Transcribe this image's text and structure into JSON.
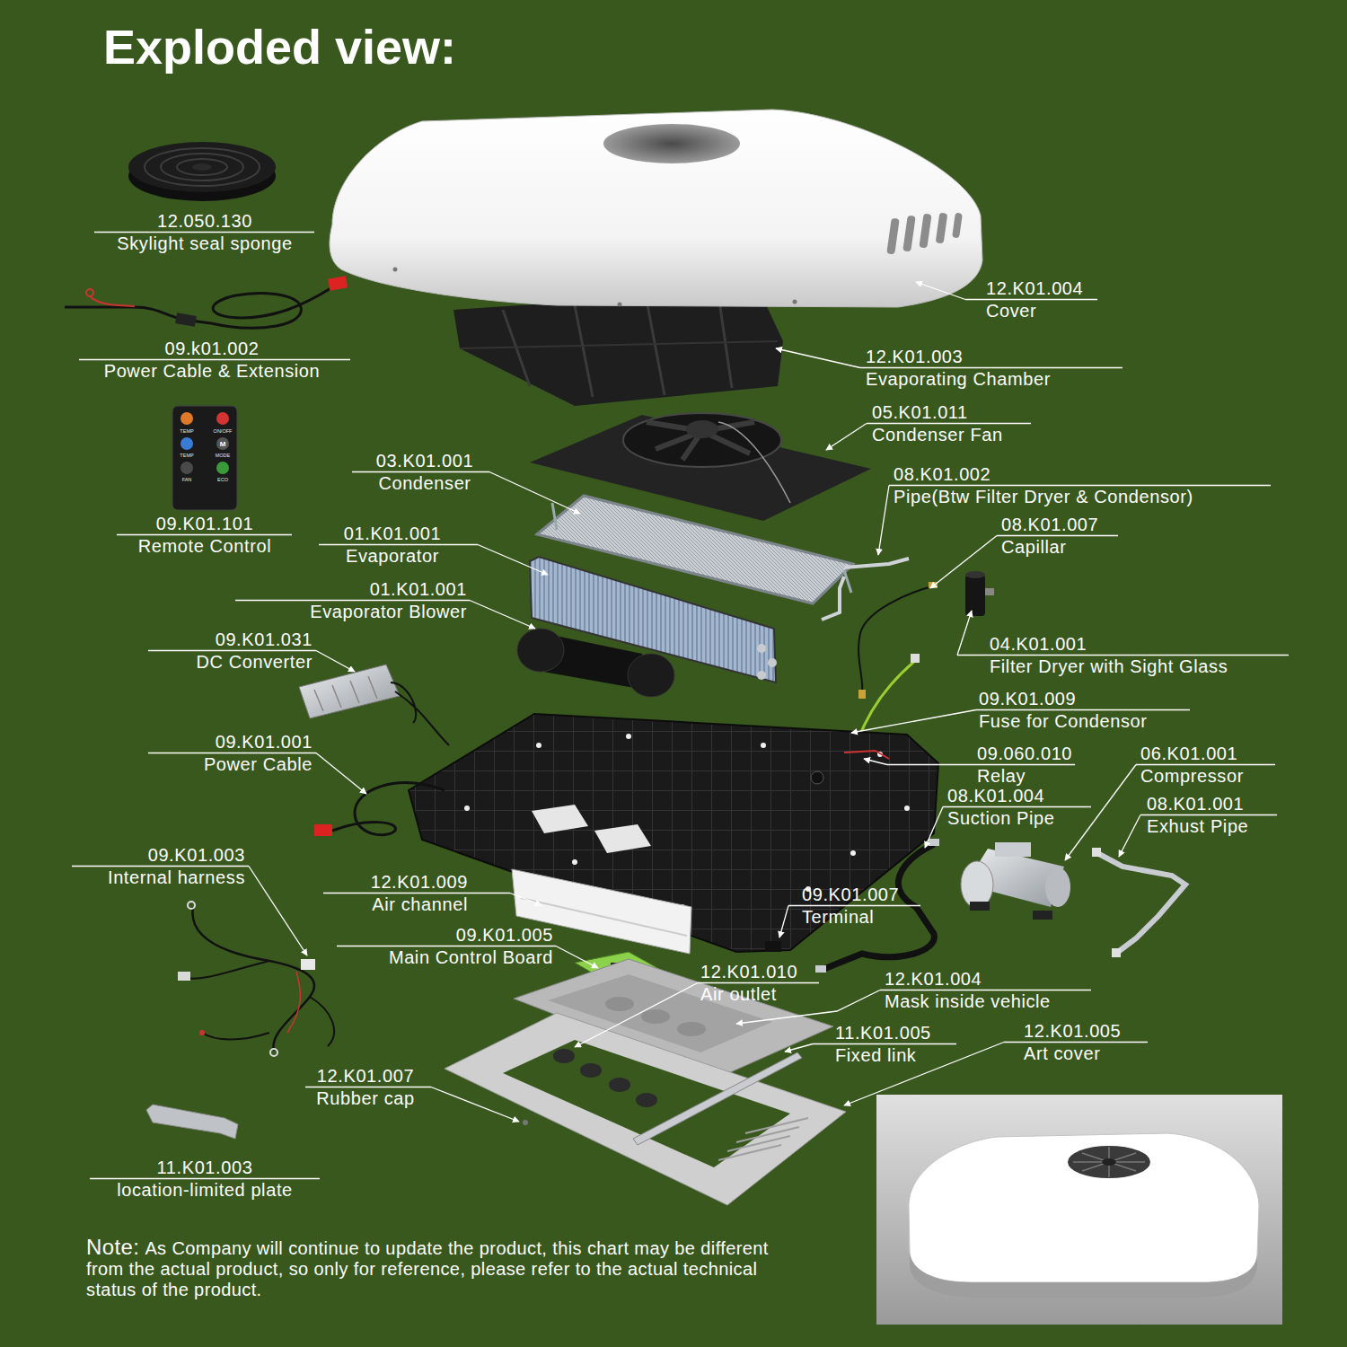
{
  "diagram": {
    "title": "Exploded view:",
    "labels": [
      "12.050.130",
      "Skylight seal sponge",
      "09.k01.002",
      "Power Cable & Extension",
      "09.K01.101",
      "Remote Control",
      "12.K01.004",
      "Cover",
      "12.K01.003",
      "Evaporating Chamber",
      "05.K01.011",
      "Condenser Fan",
      "08.K01.002",
      "Pipe(Btw Filter Dryer & Condensor)",
      "03.K01.001",
      "Condenser",
      "08.K01.007",
      "Capillar",
      "01.K01.001",
      "Evaporator",
      "01.K01.001",
      "Evaporator Blower",
      "04.K01.001",
      "Filter Dryer with Sight Glass",
      "09.K01.031",
      "DC Converter",
      "09.K01.009",
      "Fuse for Condensor",
      "09.060.010",
      "Relay",
      "06.K01.001",
      "Compressor",
      "09.K01.001",
      "Power Cable",
      "08.K01.004",
      "Suction Pipe",
      "08.K01.001",
      "Exhust Pipe",
      "09.K01.003",
      "Internal harness",
      "12.K01.009",
      "Air channel",
      "09.K01.007",
      "Terminal",
      "09.K01.005",
      "Main Control Board",
      "12.K01.010",
      "Air outlet",
      "12.K01.004",
      "Mask inside vehicle",
      "11.K01.005",
      "Fixed link",
      "12.K01.005",
      "Art cover",
      "12.K01.007",
      "Rubber cap",
      "11.K01.003",
      "location-limited plate",
      "TEMP",
      "ON/OFF",
      "TEMP",
      "M",
      "MODE",
      "FAN",
      "ECO",
      "Note:",
      "As Company will continue to update the product, this chart may be different from the actual product, so only for reference, please refer to the actual technical status of the product."
    ]
  }
}
